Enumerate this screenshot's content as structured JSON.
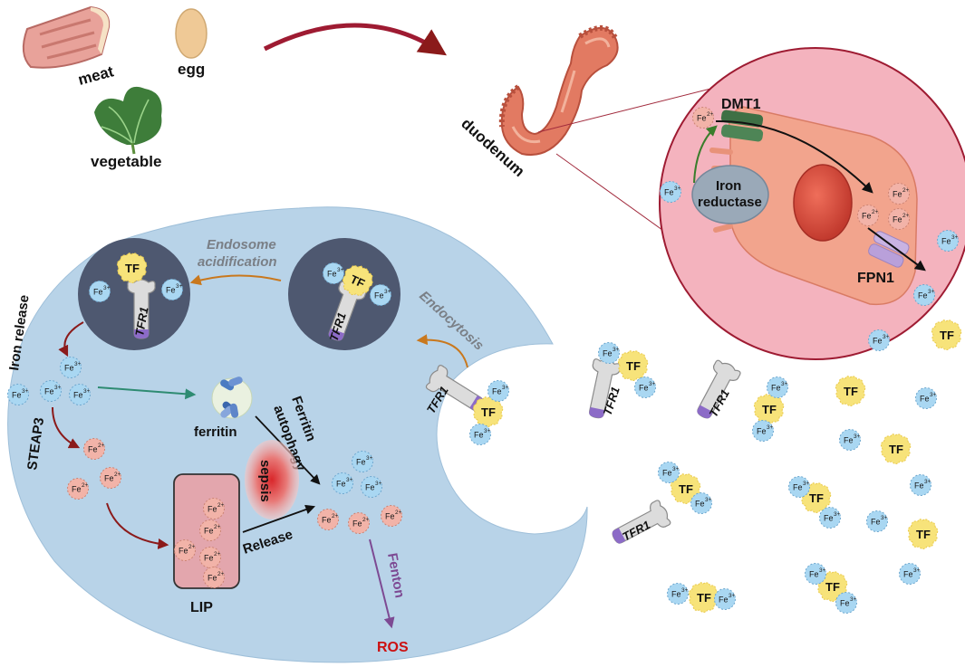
{
  "labels": {
    "meat": "meat",
    "egg": "egg",
    "vegetable": "vegetable",
    "duodenum": "duodenum",
    "dmt1": "DMT1",
    "iron_reductase_1": "Iron",
    "iron_reductase_2": "reductase",
    "fpn1": "FPN1",
    "endosome_acidification_1": "Endosome",
    "endosome_acidification_2": "acidification",
    "endocytosis": "Endocytosis",
    "iron_release": "Iron release",
    "steap3": "STEAP3",
    "ferritin": "ferritin",
    "ferritin_autophagy_1": "Ferritin",
    "ferritin_autophagy_2": "autophagy",
    "sepsis": "sepsis",
    "release": "Release",
    "lip": "LIP",
    "fenton": "Fenton",
    "ros": "ROS",
    "tf": "TF",
    "tfr1": "TFR1",
    "fe3": "Fe",
    "fe3_sup": "3+",
    "fe2": "Fe",
    "fe2_sup": "2+"
  },
  "colors": {
    "cell": "#b8d3e8",
    "enterocyte_bg": "#f4b3be",
    "fe3_ion": "#a9d7f2",
    "fe2_ion": "#f2b3a8",
    "tf": "#f7e37a",
    "dark_arrow": "#8b1a1a",
    "orange_arrow": "#c9781d",
    "green_arrow": "#2e8b72",
    "purple_arrow": "#7d4a93",
    "ros": "#cc1111",
    "endosome": "#4e5870"
  },
  "icons": [
    "meat-icon",
    "egg-icon",
    "vegetable-icon",
    "duodenum-icon",
    "ferritin-icon",
    "sepsis-icon"
  ]
}
